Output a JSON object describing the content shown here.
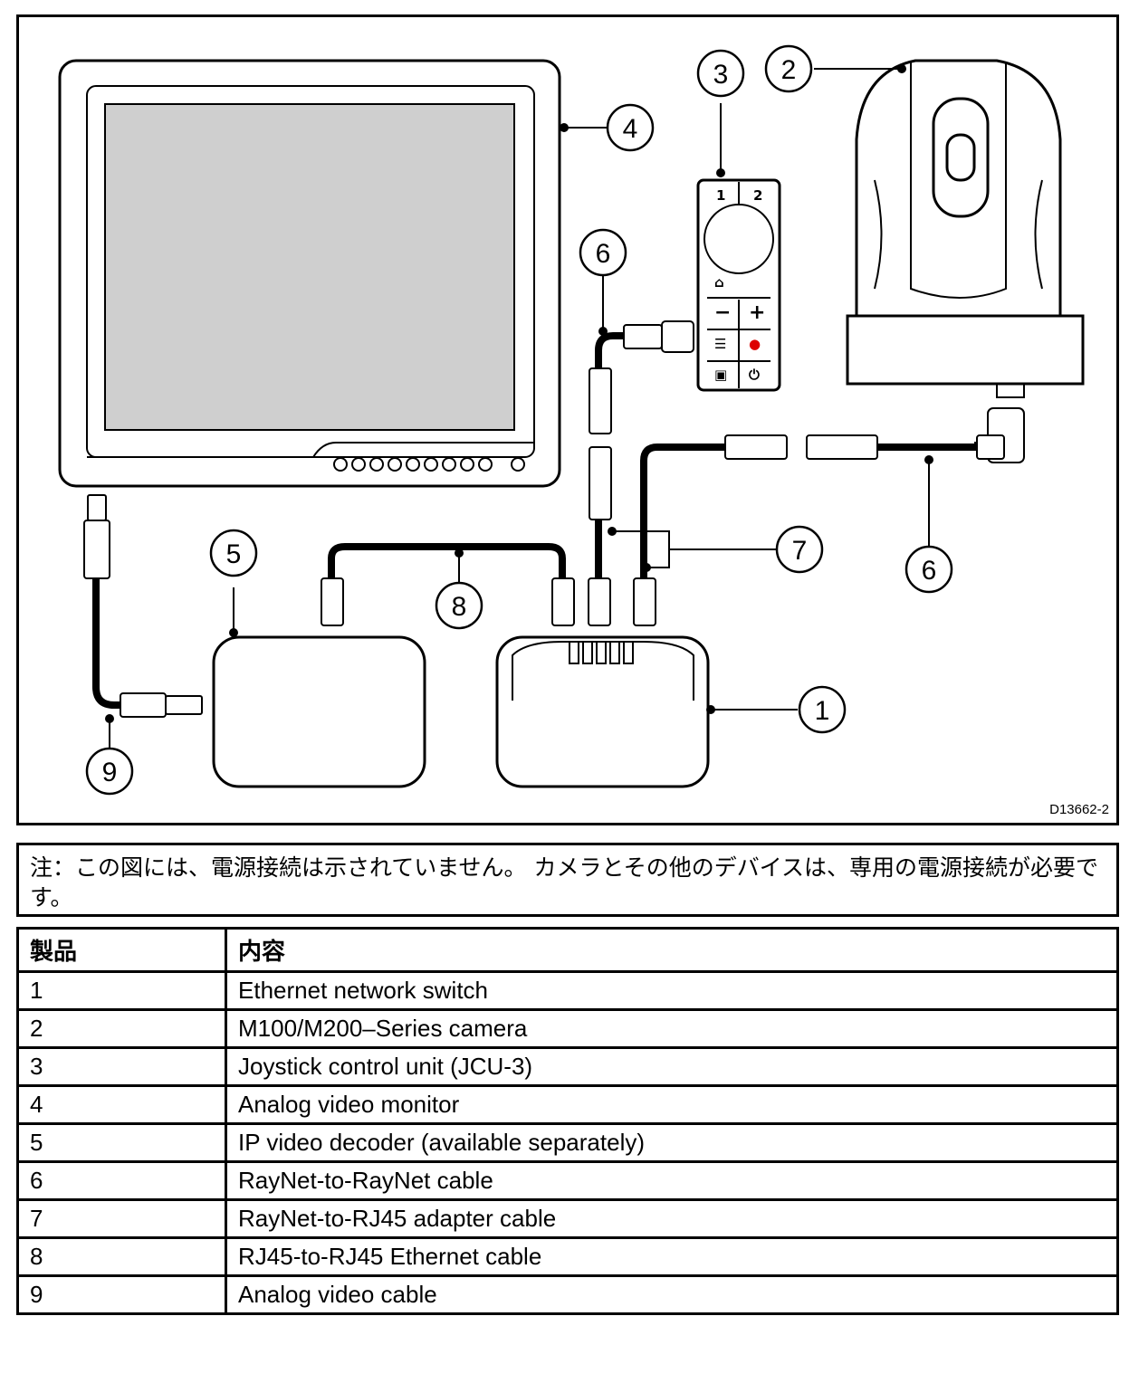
{
  "figure": {
    "id": "D13662-2",
    "callouts": [
      "1",
      "2",
      "3",
      "4",
      "5",
      "6",
      "6",
      "7",
      "8",
      "9"
    ]
  },
  "note": "注：この図には、電源接続は示されていません。 カメラとその他のデバイスは、専用の電源接続が必要です。",
  "table": {
    "headers": [
      "製品",
      "内容"
    ],
    "rows": [
      {
        "item": "1",
        "desc": "Ethernet  network  switch"
      },
      {
        "item": "2",
        "desc": "M100/M200–Series  camera"
      },
      {
        "item": "3",
        "desc": "Joystick  control  unit  (JCU-3)"
      },
      {
        "item": "4",
        "desc": "Analog  video  monitor"
      },
      {
        "item": "5",
        "desc": "IP  video  decoder  (available  separately)"
      },
      {
        "item": "6",
        "desc": "RayNet-to-RayNet  cable"
      },
      {
        "item": "7",
        "desc": "RayNet-to-RJ45  adapter  cable"
      },
      {
        "item": "8",
        "desc": "RJ45-to-RJ45  Ethernet  cable"
      },
      {
        "item": "9",
        "desc": "Analog  video  cable"
      }
    ]
  },
  "icons": [
    "home-icon",
    "minus-icon",
    "plus-icon",
    "menu-icon",
    "color-palette-icon",
    "picture-in-picture-icon",
    "power-icon"
  ]
}
